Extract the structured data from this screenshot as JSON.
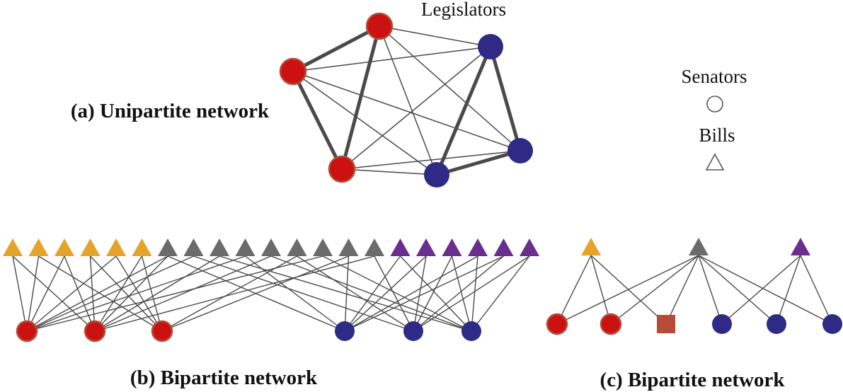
{
  "panels": {
    "a": {
      "caption": "(a) Unipartite network",
      "nodes_label": "Legislators",
      "nodes": [
        {
          "id": "r1",
          "party": "red"
        },
        {
          "id": "r2",
          "party": "red"
        },
        {
          "id": "r3",
          "party": "red"
        },
        {
          "id": "b1",
          "party": "blue"
        },
        {
          "id": "b2",
          "party": "blue"
        },
        {
          "id": "b3",
          "party": "blue"
        }
      ],
      "edges": [
        {
          "s": "r1",
          "t": "r2",
          "w": "strong"
        },
        {
          "s": "r1",
          "t": "r3",
          "w": "strong"
        },
        {
          "s": "r2",
          "t": "r3",
          "w": "strong"
        },
        {
          "s": "b1",
          "t": "b2",
          "w": "strong"
        },
        {
          "s": "b1",
          "t": "b3",
          "w": "strong"
        },
        {
          "s": "b2",
          "t": "b3",
          "w": "strong"
        },
        {
          "s": "r1",
          "t": "b1",
          "w": "weak"
        },
        {
          "s": "r1",
          "t": "b2",
          "w": "weak"
        },
        {
          "s": "r1",
          "t": "b3",
          "w": "weak"
        },
        {
          "s": "r2",
          "t": "b1",
          "w": "weak"
        },
        {
          "s": "r2",
          "t": "b2",
          "w": "weak"
        },
        {
          "s": "r2",
          "t": "b3",
          "w": "weak"
        },
        {
          "s": "r3",
          "t": "b1",
          "w": "weak"
        },
        {
          "s": "r3",
          "t": "b2",
          "w": "weak"
        },
        {
          "s": "r3",
          "t": "b3",
          "w": "weak"
        }
      ]
    },
    "legend": {
      "items": [
        {
          "label": "Senators",
          "shape": "circle"
        },
        {
          "label": "Bills",
          "shape": "triangle"
        }
      ]
    },
    "b": {
      "caption": "(b) Bipartite network",
      "bills": [
        "orange",
        "orange",
        "orange",
        "orange",
        "orange",
        "orange",
        "gray",
        "gray",
        "gray",
        "gray",
        "gray",
        "gray",
        "gray",
        "gray",
        "gray",
        "purple",
        "purple",
        "purple",
        "purple",
        "purple",
        "purple"
      ],
      "senators": [
        "red",
        "red",
        "red",
        "blue",
        "blue",
        "blue"
      ],
      "edges": [
        [
          0,
          0
        ],
        [
          0,
          1
        ],
        [
          1,
          0
        ],
        [
          1,
          2
        ],
        [
          2,
          0
        ],
        [
          2,
          1
        ],
        [
          3,
          1
        ],
        [
          3,
          2
        ],
        [
          4,
          0
        ],
        [
          4,
          2
        ],
        [
          5,
          1
        ],
        [
          5,
          2
        ],
        [
          6,
          0
        ],
        [
          6,
          1
        ],
        [
          6,
          3
        ],
        [
          7,
          0
        ],
        [
          7,
          4
        ],
        [
          8,
          1
        ],
        [
          8,
          5
        ],
        [
          9,
          0
        ],
        [
          9,
          3
        ],
        [
          10,
          1
        ],
        [
          10,
          5
        ],
        [
          11,
          2
        ],
        [
          11,
          4
        ],
        [
          12,
          0
        ],
        [
          12,
          5
        ],
        [
          13,
          2
        ],
        [
          13,
          3
        ],
        [
          14,
          1
        ],
        [
          14,
          4
        ],
        [
          15,
          3
        ],
        [
          15,
          5
        ],
        [
          16,
          3
        ],
        [
          16,
          4
        ],
        [
          17,
          4
        ],
        [
          17,
          5
        ],
        [
          18,
          3
        ],
        [
          18,
          5
        ],
        [
          19,
          3
        ],
        [
          19,
          4
        ],
        [
          20,
          4
        ],
        [
          20,
          5
        ]
      ]
    },
    "c": {
      "caption": "(c) Bipartite network",
      "bills": [
        "orange",
        "gray",
        "purple"
      ],
      "senators": [
        "red",
        "red",
        "rust-square",
        "blue",
        "blue",
        "blue"
      ],
      "edges": [
        [
          0,
          0
        ],
        [
          0,
          1
        ],
        [
          0,
          2
        ],
        [
          1,
          0
        ],
        [
          1,
          1
        ],
        [
          1,
          2
        ],
        [
          1,
          3
        ],
        [
          1,
          4
        ],
        [
          1,
          5
        ],
        [
          2,
          3
        ],
        [
          2,
          4
        ],
        [
          2,
          5
        ]
      ]
    }
  },
  "colors": {
    "red": "#cc1111",
    "red_stroke": "#b0503a",
    "blue": "#2e2a85",
    "orange": "#e5a32a",
    "gray": "#6b6b6b",
    "purple": "#6a2e8e",
    "rust": "#b84a38",
    "edge": "#4a4a4a"
  }
}
